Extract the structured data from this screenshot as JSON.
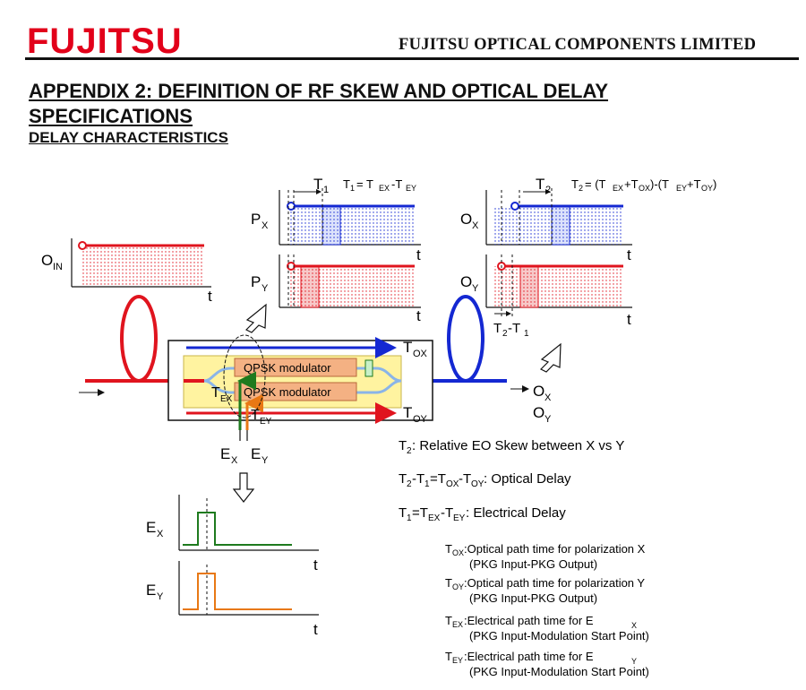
{
  "header": {
    "logo_text": "FUJITSU",
    "company": "FUJITSU OPTICAL COMPONENTS LIMITED"
  },
  "title": {
    "main": "APPENDIX 2: DEFINITION OF RF SKEW AND OPTICAL DELAY SPECIFICATIONS",
    "sub": "DELAY CHARACTERISTICS"
  },
  "diagram": {
    "t_axis": "t",
    "o_in": "O",
    "o_in_sub": "IN",
    "p": "P",
    "x": "X",
    "y": "Y",
    "o": "O",
    "e": "E",
    "t_sym": "T",
    "t1_label": "1",
    "t2_label": "2",
    "t1_formula": {
      "lead": "= T",
      "ex": "EX",
      "dash": "-T",
      "ey": "EY"
    },
    "t2_formula": {
      "lead": "= (T",
      "ex": "EX",
      "p1": "+T",
      "ox": "OX",
      "p2": ")-(T",
      "ey": "EY",
      "p3": "+T",
      "oy": "OY",
      "end": ")"
    },
    "t2_minus_t1": {
      "a": "T",
      "a_sub": "2",
      "b": "-T",
      "b_sub": "1"
    },
    "modulator_label": "QPSK modulator",
    "sub_ox": "OX",
    "sub_oy": "OY",
    "sub_ex": "EX",
    "sub_ey": "EY",
    "e_x_label": "E",
    "e_y_label": "E",
    "out_ox": "O",
    "out_oy": "O"
  },
  "definitions": {
    "t2": {
      "a": "T",
      "a_sub": "2",
      "text": ": Relative EO Skew between X vs Y"
    },
    "optical": {
      "a": "T",
      "a_sub": "2",
      "b": "-T",
      "b_sub": "1",
      "c": "=T",
      "c_sub": "OX",
      "d": "-T",
      "d_sub": "OY",
      "text": ": Optical Delay"
    },
    "electrical": {
      "a": "T",
      "a_sub": "1",
      "b": "=T",
      "b_sub": "EX",
      "c": "-T",
      "c_sub": "EY",
      "text": ": Electrical Delay"
    }
  },
  "notes": [
    {
      "sym": "T",
      "sub": "OX",
      "line1": ":Optical path time for polarization X",
      "line2": "(PKG Input-PKG Output)",
      "tail_sub": ""
    },
    {
      "sym": "T",
      "sub": "OY",
      "line1": ":Optical path time for polarization Y",
      "line2": "(PKG Input-PKG Output)",
      "tail_sub": ""
    },
    {
      "sym": "T",
      "sub": "EX",
      "line1": ":Electrical path time for E",
      "line2": "(PKG Input-Modulation Start Point)",
      "tail_sub": "X"
    },
    {
      "sym": "T",
      "sub": "EY",
      "line1": ":Electrical path time for E",
      "line2": "(PKG Input-Modulation Start Point)",
      "tail_sub": "Y"
    }
  ],
  "colors": {
    "red": "#e0141e",
    "blue": "#1428d2",
    "green": "#1e7a1e",
    "orange": "#e87814",
    "modulator_fill": "#f4b183",
    "inner_box": "#fff3a0",
    "logo_red": "#e2001a"
  }
}
